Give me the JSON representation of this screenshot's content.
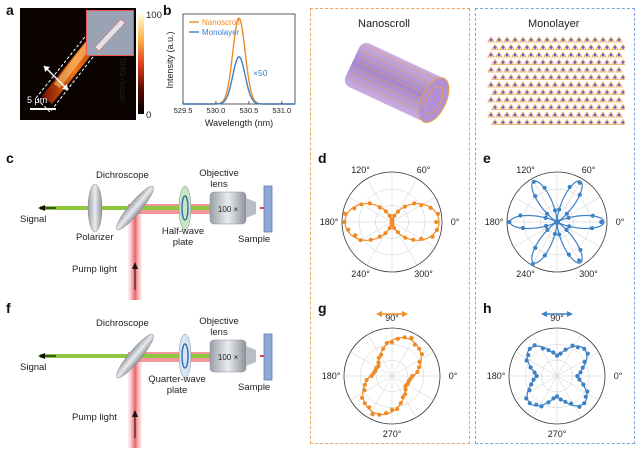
{
  "panels": {
    "a": "a",
    "b": "b",
    "c": "c",
    "d": "d",
    "e": "e",
    "f": "f",
    "g": "g",
    "h": "h"
  },
  "panel_a": {
    "scalebar": "5 µm",
    "colorbar_max": "100",
    "colorbar_min": "0",
    "colorbar_label": "SHG (kcps)"
  },
  "panel_b": {
    "ylabel": "Intensity (a.u.)",
    "xlabel": "Wavelength (nm)",
    "x_ticks": [
      "529.5",
      "530.0",
      "530.5",
      "531.0"
    ],
    "legend": [
      "Nanoscroll",
      "Monolayer"
    ],
    "annotation": "×50"
  },
  "headers": {
    "nanoscroll": "Nanoscroll",
    "monolayer": "Monolayer"
  },
  "setup_c": {
    "signal": "Signal",
    "dichroscope": "Dichroscope",
    "objective": "Objective lens",
    "polarizer": "Polarizer",
    "waveplate": "Half-wave plate",
    "sample": "Sample",
    "pump": "Pump light",
    "objective_mag": "100 ×"
  },
  "setup_f": {
    "signal": "Signal",
    "dichroscope": "Dichroscope",
    "objective": "Objective lens",
    "waveplate": "Quarter-wave plate",
    "sample": "Sample",
    "pump": "Pump light",
    "objective_mag": "100 ×"
  },
  "polar_de": {
    "labels": [
      "120°",
      "60°",
      "180°",
      "0°",
      "240°",
      "300°"
    ]
  },
  "polar_gh": {
    "labels": [
      "90°",
      "180°",
      "0°",
      "270°"
    ]
  },
  "colors": {
    "nanoscroll": "#f08a24",
    "monolayer": "#3c82c4",
    "laser_green": "#8dc63f",
    "laser_red": "#e8434a",
    "box_orange": "#f0a45a",
    "box_blue": "#7aa6d8"
  },
  "chart_data": [
    {
      "panel": "b",
      "type": "line",
      "xlabel": "Wavelength (nm)",
      "ylabel": "Intensity (a.u.)",
      "xlim": [
        529.5,
        531.2
      ],
      "series": [
        {
          "name": "Nanoscroll",
          "peak_x": 530.35,
          "peak_y": 1.0,
          "fwhm": 0.22
        },
        {
          "name": "Monolayer",
          "peak_x": 530.35,
          "peak_y": 0.55,
          "fwhm": 0.22
        }
      ]
    },
    {
      "panel": "d",
      "type": "scatter",
      "projection": "polar",
      "pattern": "two-lobe",
      "lobe_angles_deg": [
        0,
        180
      ]
    },
    {
      "panel": "e",
      "type": "scatter",
      "projection": "polar",
      "pattern": "six-petal",
      "petal_angles_deg": [
        0,
        60,
        120,
        180,
        240,
        300
      ]
    },
    {
      "panel": "g",
      "type": "scatter",
      "projection": "polar",
      "pattern": "elongated-diagonal"
    },
    {
      "panel": "h",
      "type": "scatter",
      "projection": "polar",
      "pattern": "four-lobe"
    }
  ]
}
